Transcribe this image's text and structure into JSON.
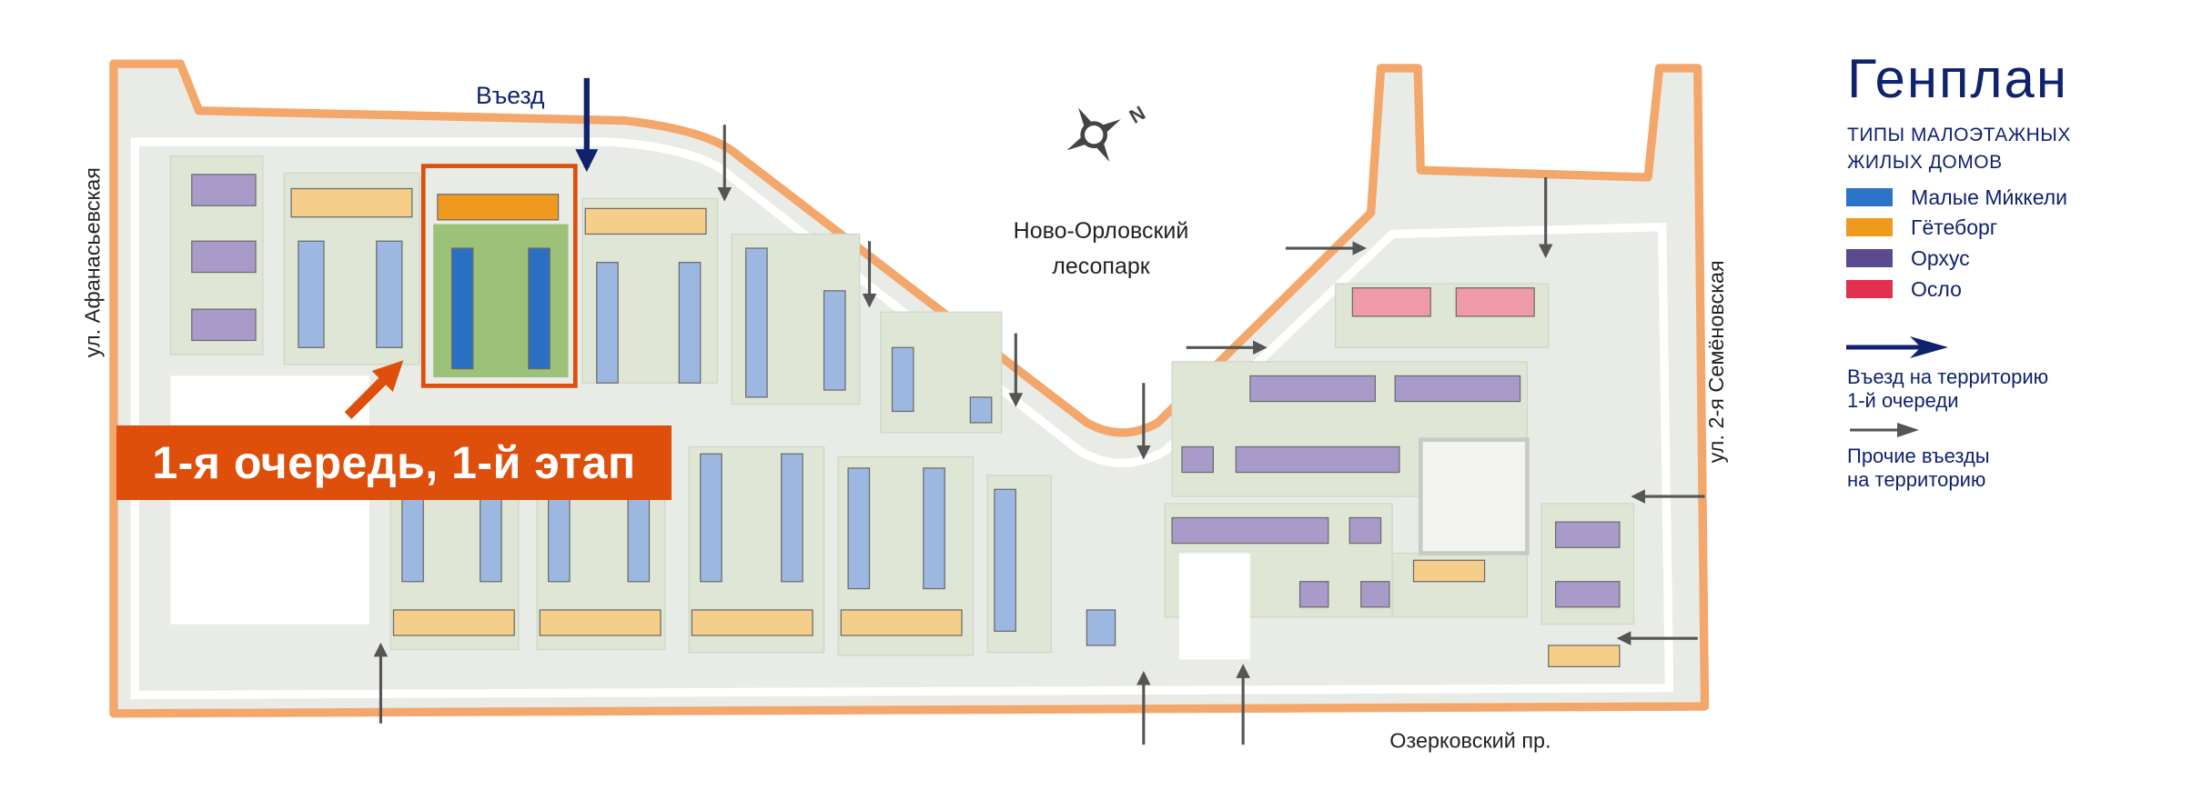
{
  "legend": {
    "title": "Генплан",
    "subtitle_line1": "типы малоэтажных",
    "subtitle_line2": "жилых домов",
    "house_types": [
      {
        "label": "Малые Ми́ккели",
        "color": "#2a73c6"
      },
      {
        "label": "Гётеборг",
        "color": "#f0991f"
      },
      {
        "label": "Орхус",
        "color": "#5b4a8e"
      },
      {
        "label": "Осло",
        "color": "#e2304f"
      }
    ],
    "main_entry_line1": "Въезд на территорию",
    "main_entry_line2": "1-й очереди",
    "other_entries_line1": "Прочие въезды",
    "other_entries_line2": "на территорию"
  },
  "map": {
    "entry_label": "Въезд",
    "park_line1": "Ново-Орловский",
    "park_line2": "лесопарк",
    "street_left": "ул. Афанасьевская",
    "street_right": "ул. 2-я Семёновская",
    "street_bottom": "Озерковский пр.",
    "compass_north": "N",
    "phase_label": "1-я очередь, 1-й этап",
    "colors": {
      "boundary": "#f4a76a",
      "highlight": "#dd4f0a",
      "navy": "#10226e",
      "gray_arrow": "#555555"
    }
  }
}
